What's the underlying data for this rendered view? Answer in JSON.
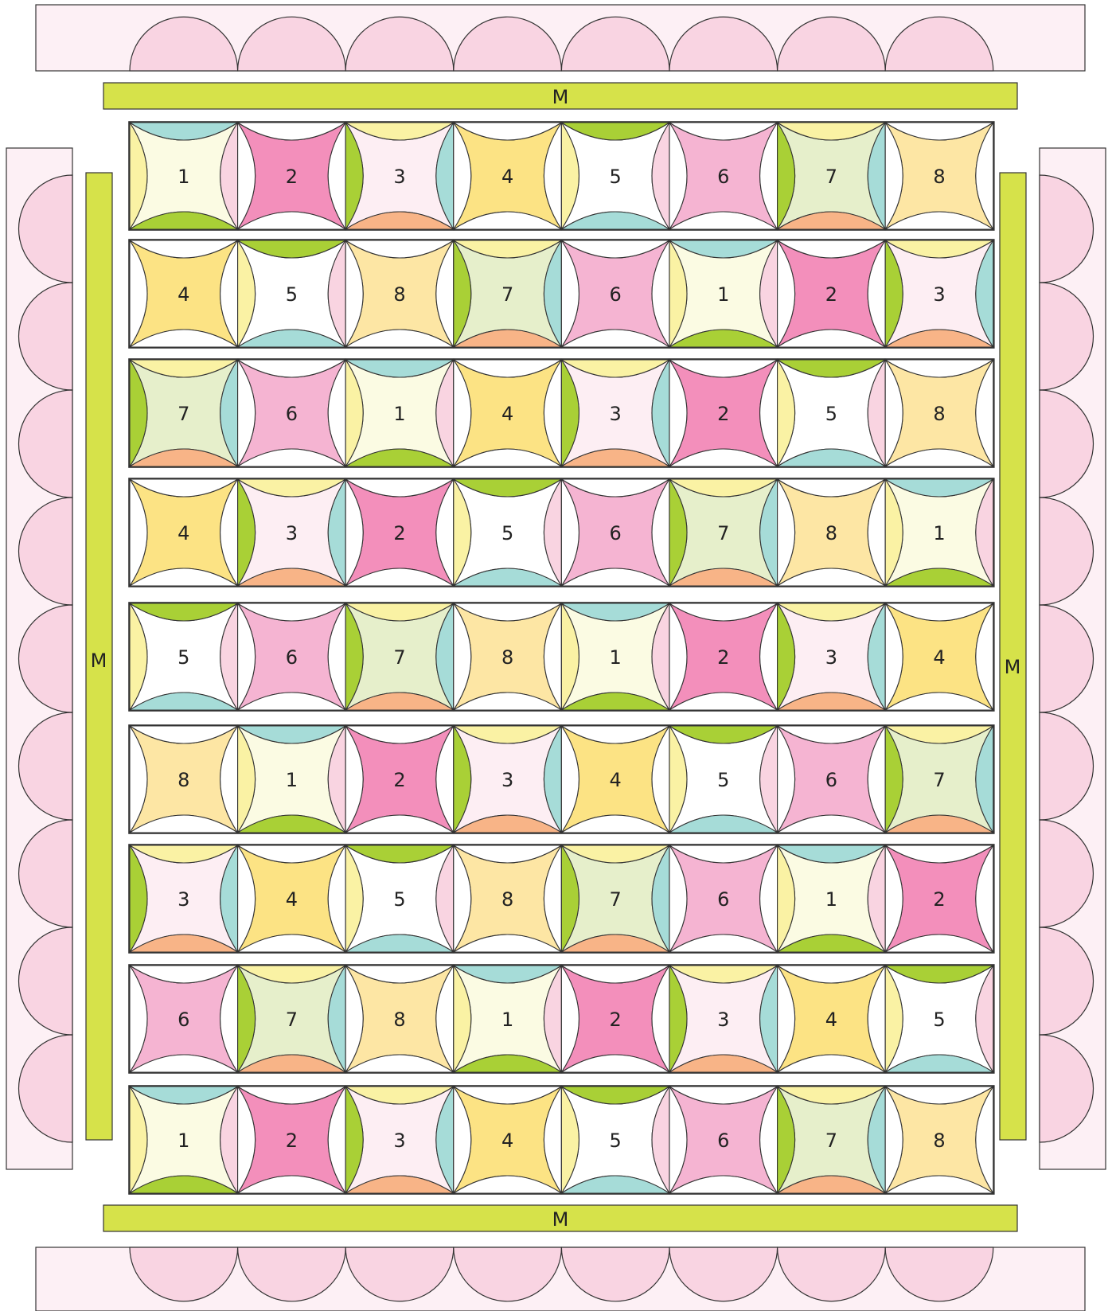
{
  "sashing_label": "M",
  "grid": [
    [
      "1",
      "2",
      "3",
      "4",
      "5",
      "6",
      "7",
      "8"
    ],
    [
      "4",
      "5",
      "8",
      "7",
      "6",
      "1",
      "2",
      "3"
    ],
    [
      "7",
      "6",
      "1",
      "4",
      "3",
      "2",
      "5",
      "8"
    ],
    [
      "4",
      "3",
      "2",
      "5",
      "6",
      "7",
      "8",
      "1"
    ],
    [
      "5",
      "6",
      "7",
      "8",
      "1",
      "2",
      "3",
      "4"
    ],
    [
      "8",
      "1",
      "2",
      "3",
      "4",
      "5",
      "6",
      "7"
    ],
    [
      "3",
      "4",
      "5",
      "8",
      "7",
      "6",
      "1",
      "2"
    ],
    [
      "6",
      "7",
      "8",
      "1",
      "2",
      "3",
      "4",
      "5"
    ],
    [
      "1",
      "2",
      "3",
      "4",
      "5",
      "6",
      "7",
      "8"
    ]
  ],
  "block_styles": {
    "1": {
      "center": "#fbfbe3",
      "top": "#a6dcd8",
      "bottom": "#a9d036",
      "left": "#faf2a4",
      "right": "#f9d4e1"
    },
    "2": {
      "center": "#f38fbb",
      "top": "#ffffff",
      "bottom": "#ffffff",
      "left": "#ffffff",
      "right": "#ffffff"
    },
    "3": {
      "center": "#fdeef3",
      "top": "#faf2a4",
      "bottom": "#f8b487",
      "left": "#a9d036",
      "right": "#a6dcd8"
    },
    "4": {
      "center": "#fce384",
      "top": "#ffffff",
      "bottom": "#ffffff",
      "left": "#ffffff",
      "right": "#ffffff"
    },
    "5": {
      "center": "#ffffff",
      "top": "#a9d036",
      "bottom": "#a6dcd8",
      "left": "#faf2a4",
      "right": "#f9d4e1"
    },
    "6": {
      "center": "#f5b4d2",
      "top": "#ffffff",
      "bottom": "#ffffff",
      "left": "#ffffff",
      "right": "#ffffff"
    },
    "7": {
      "center": "#e6efcb",
      "top": "#faf2a4",
      "bottom": "#f8b487",
      "left": "#a9d036",
      "right": "#a6dcd8"
    },
    "8": {
      "center": "#fde6a4",
      "top": "#ffffff",
      "bottom": "#ffffff",
      "left": "#ffffff",
      "right": "#ffffff"
    }
  },
  "colors": {
    "sashing": "#d6e24a",
    "border_fill": "#fdf0f5",
    "scallop": "#f9d4e2",
    "outline": "#333333"
  }
}
